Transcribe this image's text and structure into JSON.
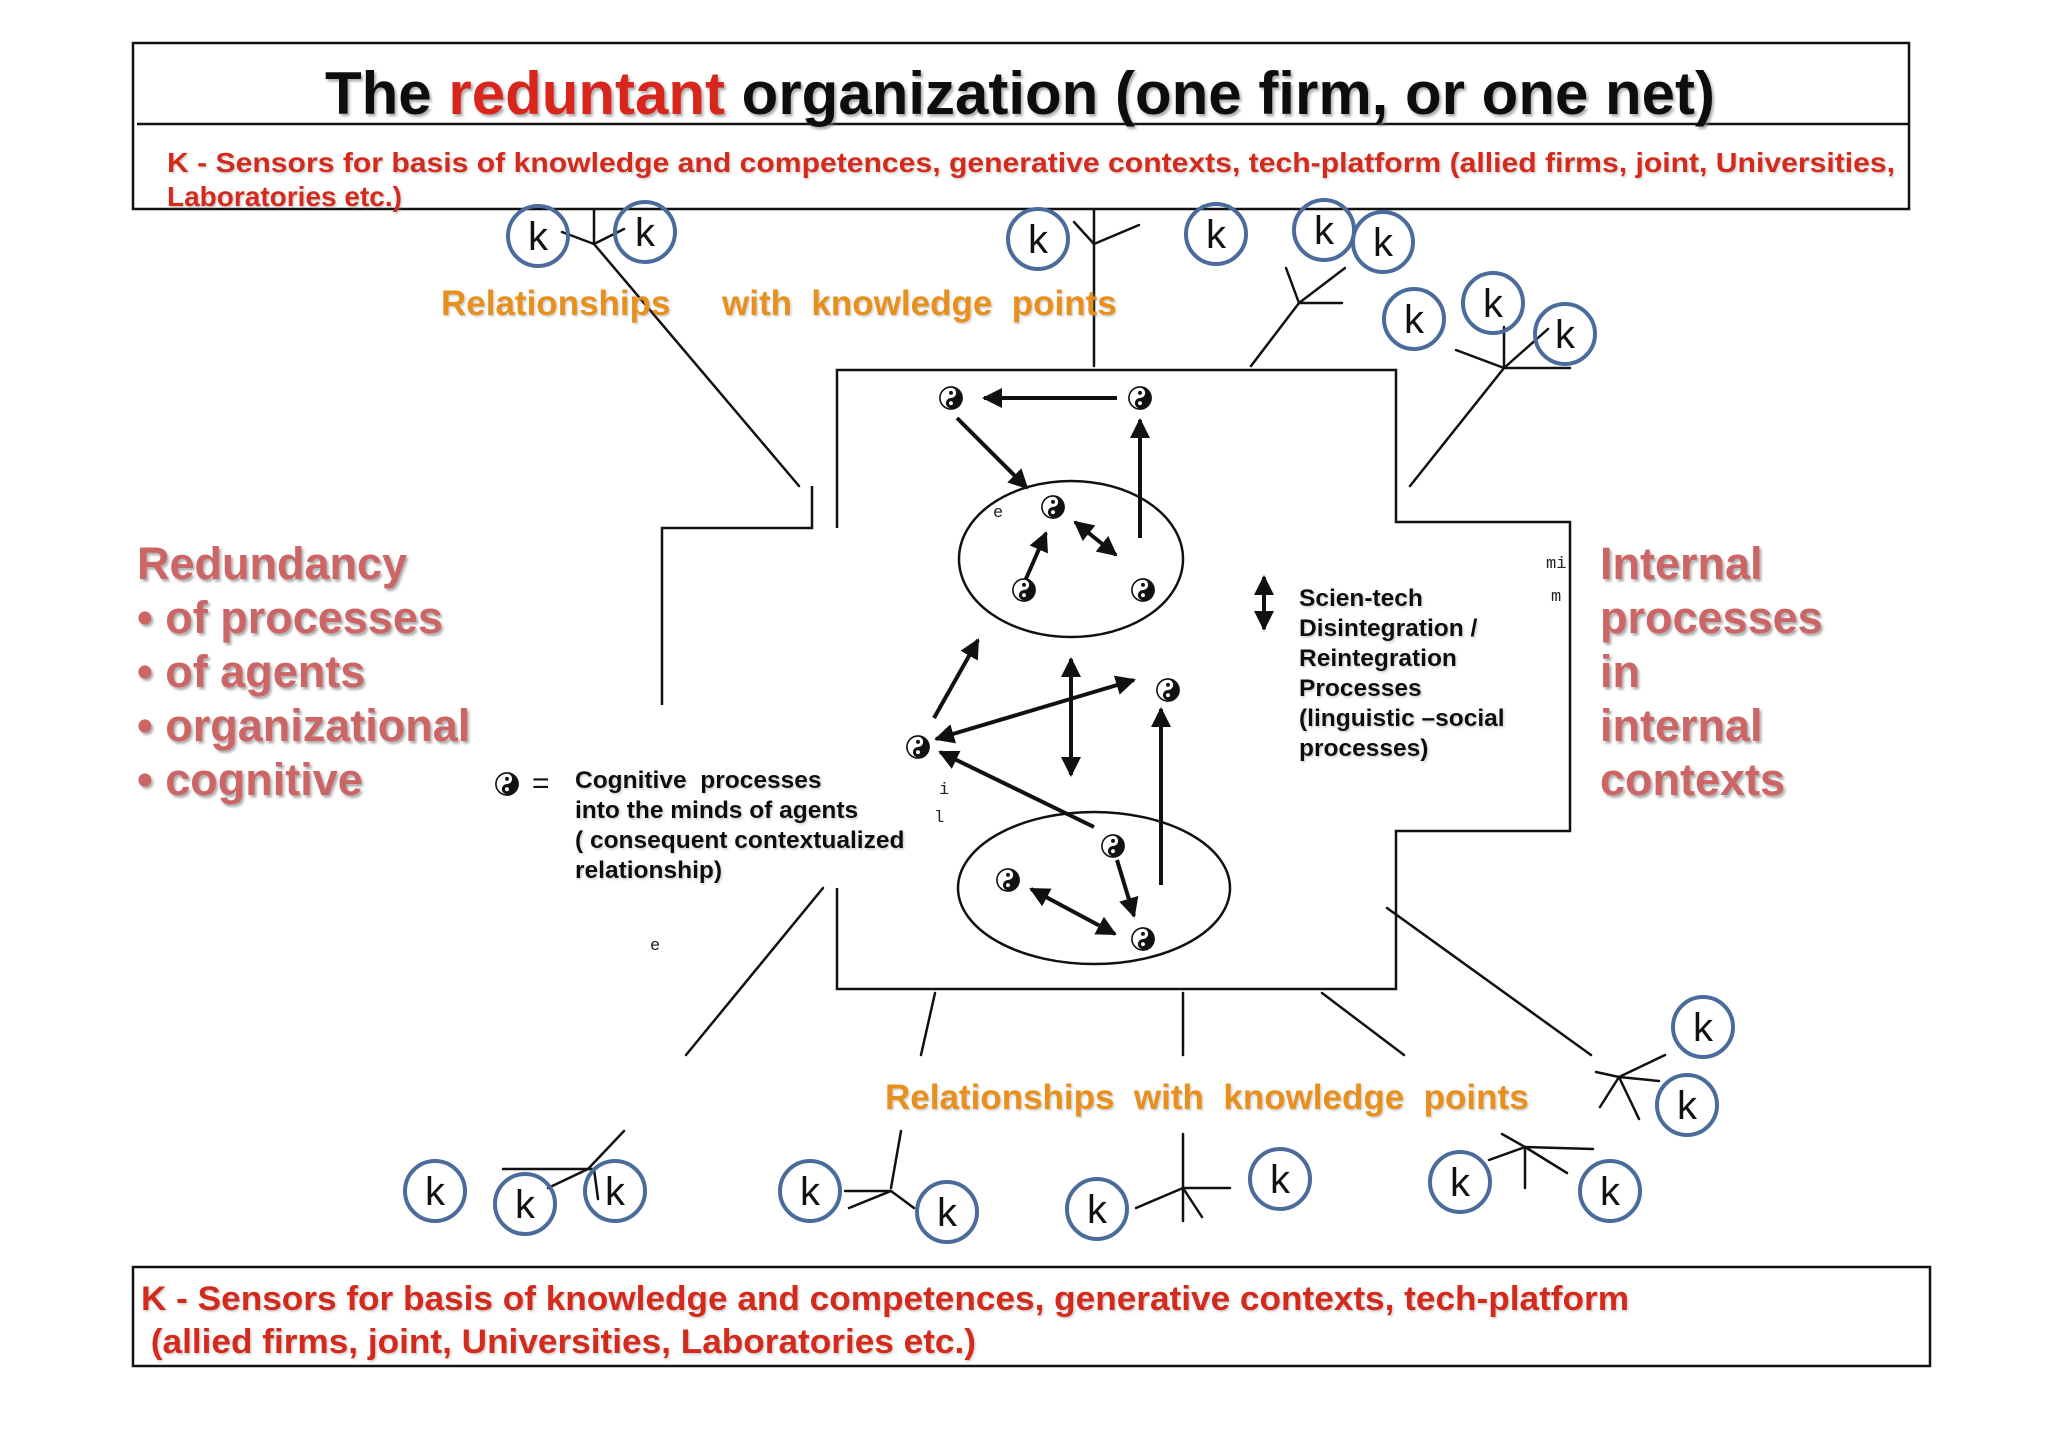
{
  "title": {
    "prefix": "The ",
    "highlight": "reduntant",
    "suffix": " organization (one firm, or one net)"
  },
  "top_sensor_note": {
    "line1": "K - Sensors for basis of knowledge and competences, generative contexts, tech-platform (allied firms, joint, Universities,",
    "line2": "Laboratories etc.)"
  },
  "bottom_sensor_note": {
    "line1": "K - Sensors for basis of knowledge and competences, generative contexts, tech-platform",
    "line2": " (allied firms, joint, Universities, Laboratories etc.)"
  },
  "relationships_top": {
    "part1": "Relationships",
    "part2": "with  knowledge  points"
  },
  "relationships_bottom": "Relationships  with  knowledge  points",
  "redundancy": {
    "heading": "Redundancy",
    "items": [
      "• of processes",
      "• of agents",
      "• organizational",
      "• cognitive"
    ]
  },
  "internal": [
    "Internal",
    "processes",
    "in",
    "internal",
    "contexts"
  ],
  "scientech": [
    "Scien-tech",
    "Disintegration /",
    "Reintegration",
    "Processes",
    "(linguistic –social",
    "processes)"
  ],
  "legend": {
    "equals": "=",
    "lines": [
      "Cognitive  processes",
      "into the minds of agents",
      "( consequent contextualized",
      "relationship)"
    ]
  },
  "sensor_label": "k",
  "stray_marks": [
    "e",
    "i",
    "l",
    "e",
    "mi",
    "m"
  ],
  "icons": {
    "agent": "yin-yang-icon",
    "arrow": "arrow-icon",
    "sensor": "k-circle"
  },
  "colors": {
    "title_highlight": "#d9261c",
    "sensor_text": "#d42b1e",
    "relationship_text": "#e8901f",
    "side_text": "#cc6666",
    "sensor_circle": "#4a6b9b"
  }
}
